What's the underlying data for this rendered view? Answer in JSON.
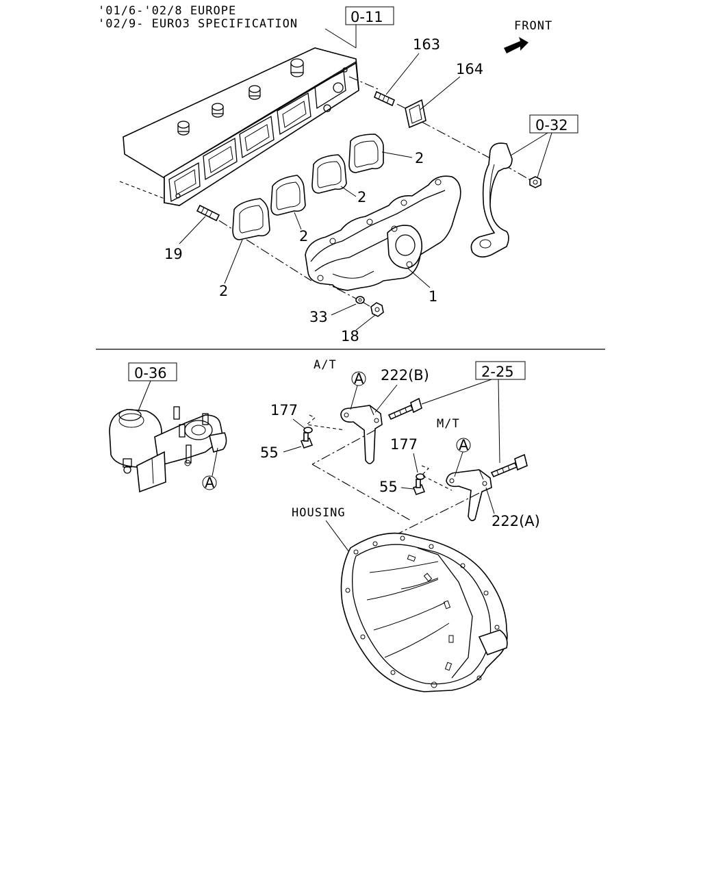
{
  "notes": {
    "line1": "'01/6-'02/8 EUROPE",
    "line2": "'02/9- EURO3 SPECIFICATION",
    "front": "FRONT"
  },
  "refs": {
    "r011": "0-11",
    "r032": "0-32",
    "r036": "0-36",
    "r225": "2-25"
  },
  "parts": {
    "p163": "163",
    "p164": "164",
    "p2a": "2",
    "p2b": "2",
    "p2c": "2",
    "p2d": "2",
    "p19": "19",
    "p1": "1",
    "p33": "33",
    "p18": "18",
    "p177a": "177",
    "p55a": "55",
    "p222b": "222(B)",
    "p177b": "177",
    "p55b": "55",
    "p222a": "222(A)"
  },
  "labels": {
    "at": "A/T",
    "mt": "M/T",
    "housing": "HOUSING",
    "circleA1": "A",
    "circleA2": "A",
    "circleA3": "A"
  }
}
